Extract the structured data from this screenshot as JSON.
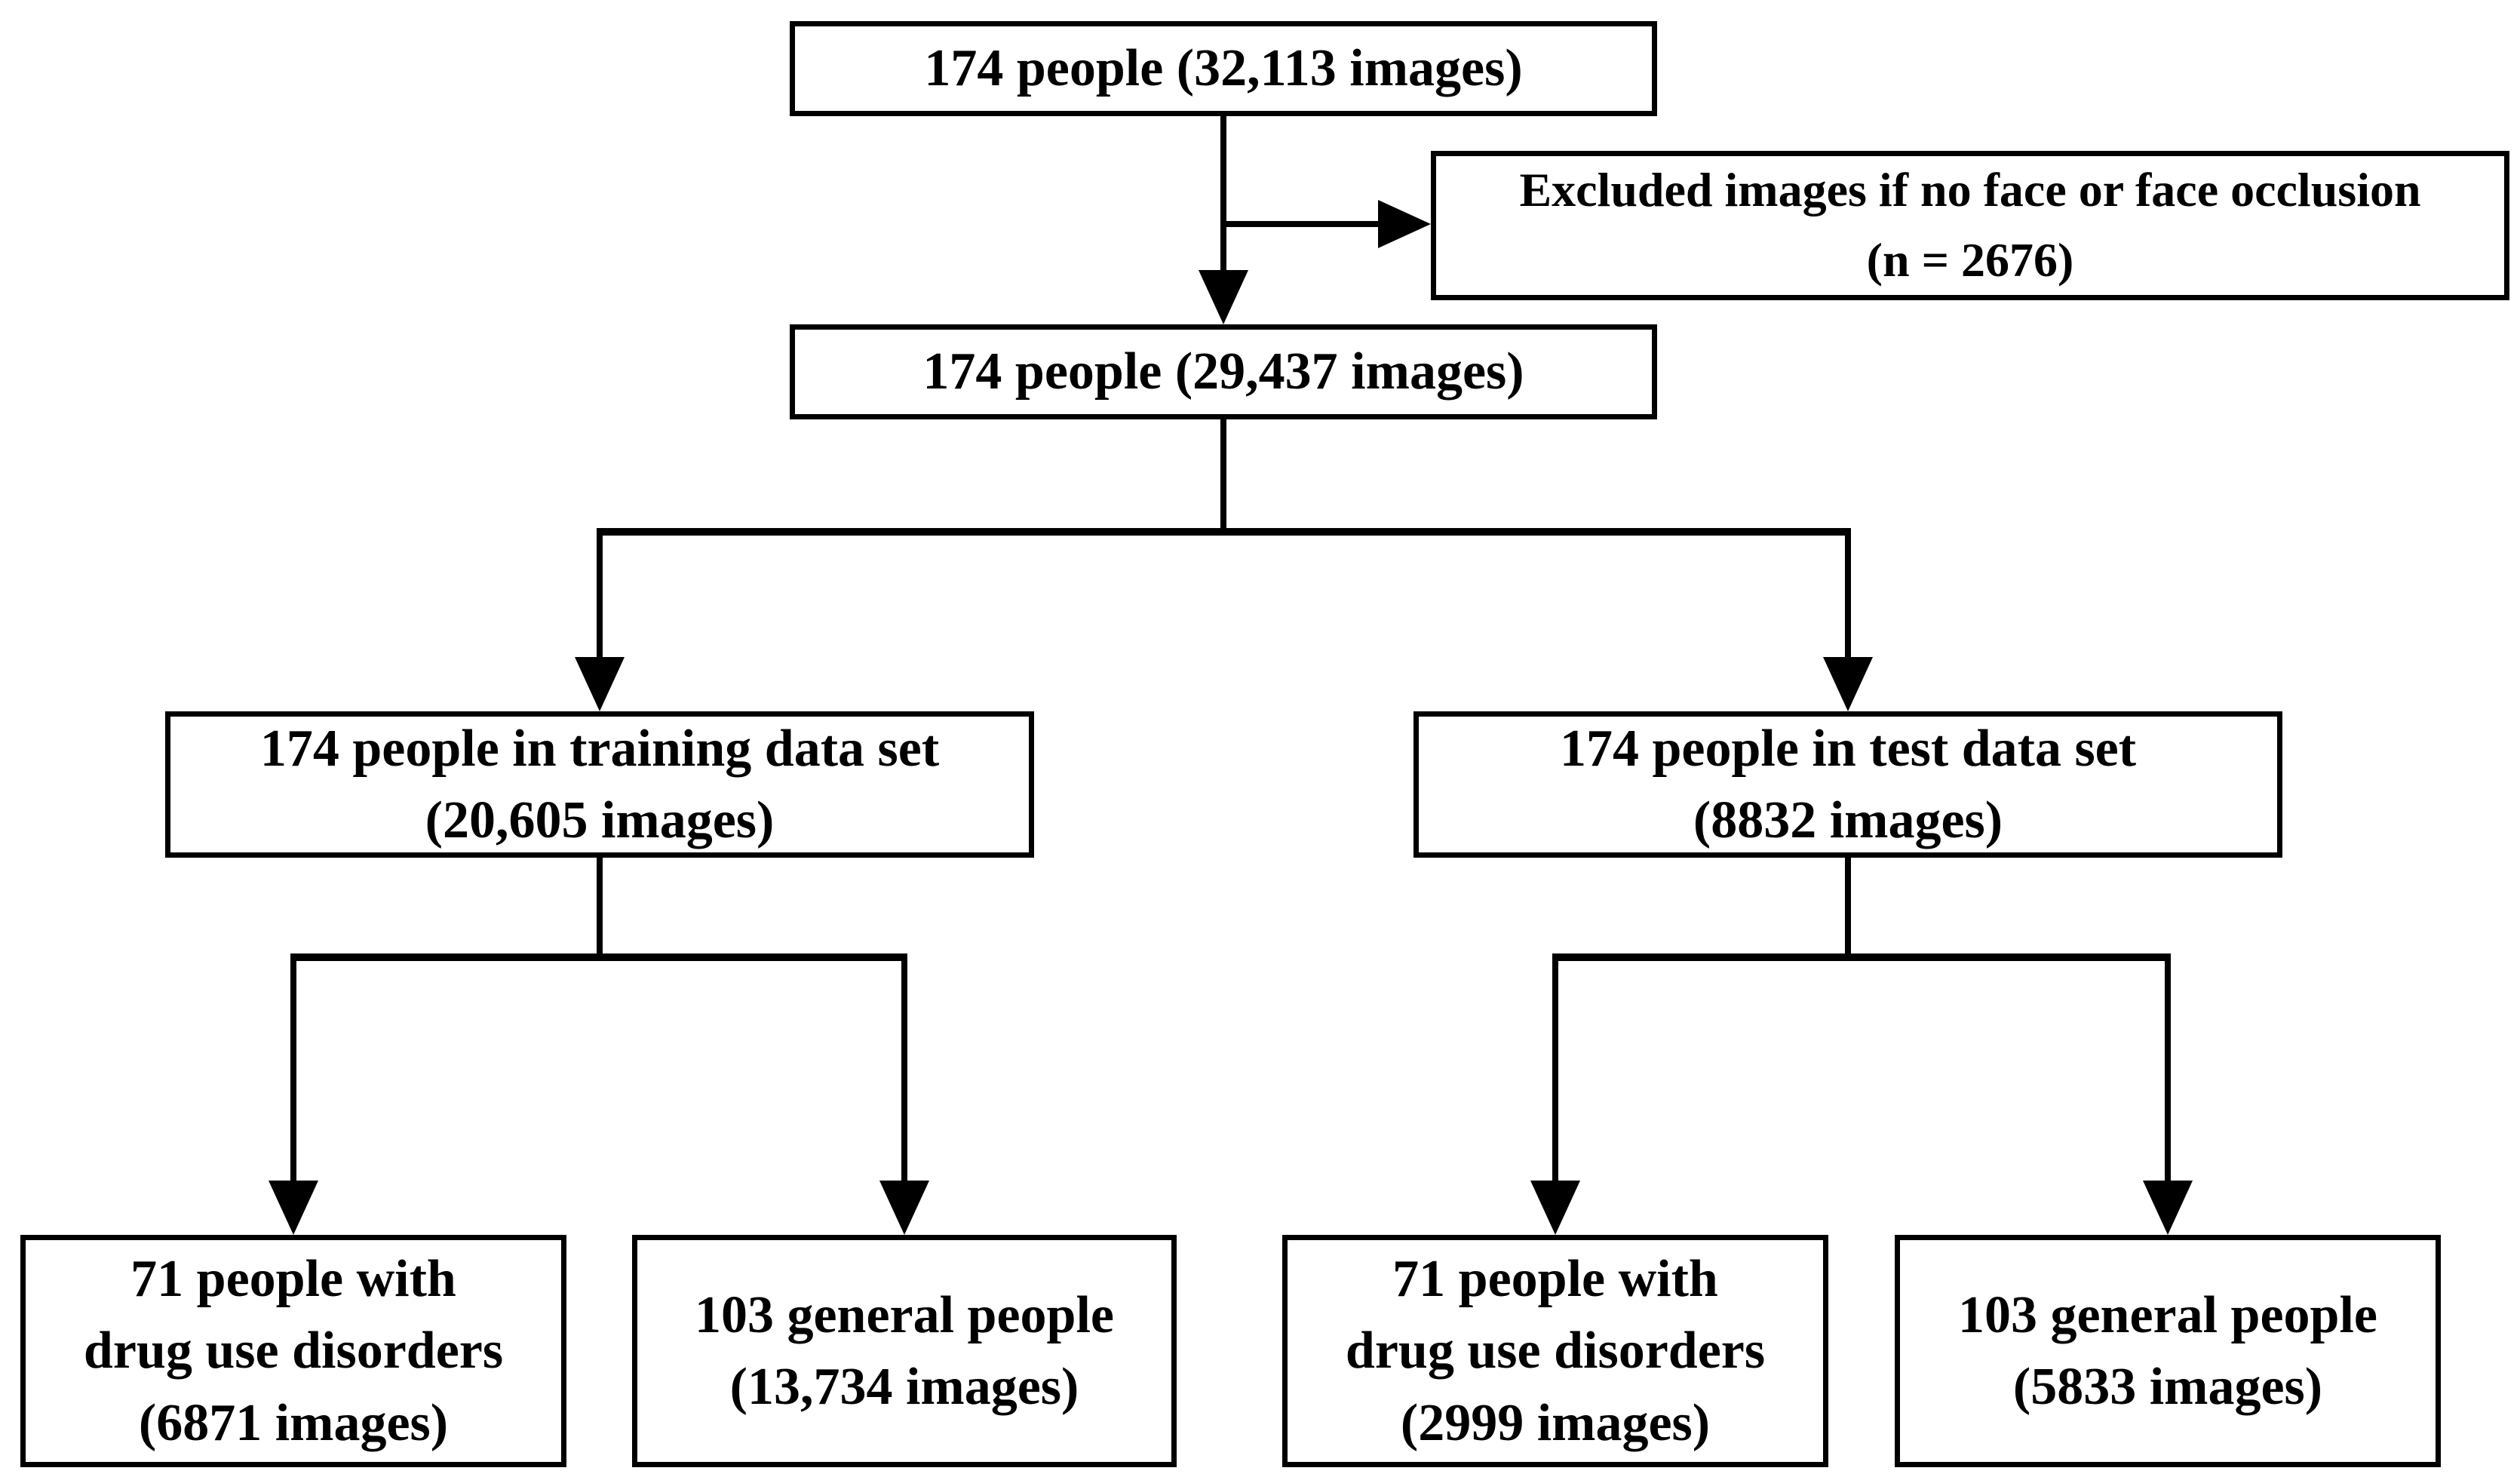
{
  "figure": {
    "type": "flowchart",
    "background_color": "#ffffff",
    "line_color": "#000000",
    "text_color": "#000000"
  },
  "flowchart": {
    "root": {
      "text": "174 people (32,113 images)"
    },
    "excluded": {
      "line1": "Excluded images if no face or face occlusion",
      "line2": "(n = 2676)"
    },
    "after_exclusion": {
      "text": "174 people (29,437 images)"
    },
    "training": {
      "line1": "174 people in training data set",
      "line2": "(20,605 images)"
    },
    "test": {
      "line1": "174 people in test data set",
      "line2": "(8832 images)"
    },
    "training_drug": {
      "line1": "71 people with",
      "line2": "drug use disorders",
      "line3": "(6871 images)"
    },
    "training_general": {
      "line1": "103 general people",
      "line2": "(13,734 images)"
    },
    "test_drug": {
      "line1": "71 people with",
      "line2": "drug use disorders",
      "line3": "(2999 images)"
    },
    "test_general": {
      "line1": "103 general people",
      "line2": "(5833 images)"
    }
  }
}
